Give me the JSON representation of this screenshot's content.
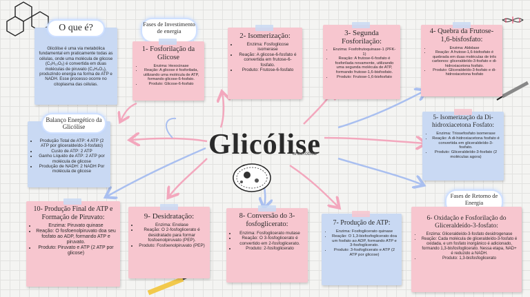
{
  "main_title": "Glicólise",
  "subtitle": "anaeróbica",
  "intro": {
    "heading": "O que é?",
    "body": "Glicólise é uma via metabólica fundamental em praticamente todas as células, onde uma molécula de glicose (C₆H₁₂O₆) é convertida em duas moléculas de piruvato (C₃H₄O₃), produzindo energia na forma de ATP e NADH. Esse processo ocorre no citoplasma das células."
  },
  "balance": {
    "heading": "Balanço Energético da Glicólise",
    "items": [
      "Produção Total de ATP: 4 ATP (2 ATP por gliceraldeído-3-fosfato)",
      "Custo de ATP: 2 ATP",
      "Ganho Líquido de ATP: 2 ATP por molécula de glicose",
      "Produção de NADH: 2 NADH Por molécula de glicose"
    ]
  },
  "phase_investment": "Fases de Investimento de energia",
  "phase_return": "Fases de Retorno de Energia",
  "steps": [
    {
      "title": "1- Fosforilação da Glicose",
      "items": [
        "Enzima: Hexocinase",
        "Reação: A glicose é fosforilada, utilizando uma molécula de ATP, formando glicose-6-fosfato.",
        "Produto: Glicose-6-fosfato"
      ]
    },
    {
      "title": "2- Isomerização:",
      "items": [
        "Enzima: Fosfoglicose isomerase",
        "Reação: A glicose-6-fosfato é convertida em frutose-6-fosfato.",
        "Produto: Frutose-6-fosfato"
      ]
    },
    {
      "title": "3- Segunda Fosforilação:",
      "items": [
        "Enzima: Fosfofrutoquinase-1 (PFK-1)",
        "Reação: A frutose-6-fosfato é fosforilada novamente, utilizando uma segunda molécula de ATP, formando frutose-1,6-bisfosfato.",
        "Produto: Frutose-1,6-bisfosfato"
      ]
    },
    {
      "title": "4- Quebra da Frutose-1,6-bisfosfato:",
      "items": [
        "Enzima: Aldolase",
        "Reação: A frutose-1,6-bisfosfato é quebrada em duas moléculas de três carbonos: gliceraldeído-3-fosfato e di-hidroxiacetona fosfato.",
        "Produto: Gliceraldeído-3-fosfato e di-hidroxiacetona fosfato"
      ]
    },
    {
      "title": "5- Isomerização da Di-hidroxiacetona Fosfato:",
      "items": [
        "Enzima: Triosefosfato isomerase",
        "Reação: A di-hidroxiacetona fosfato é convertida em gliceraldeído-3-fosfato.",
        "Produto: Gliceraldeído-3-fosfato (2 moléculas agora)"
      ]
    },
    {
      "title": "6- Oxidação e Fosforilação do Gliceraldeído-3-fosfato:",
      "items": [
        "Enzima: Gliceraldeído-3-fosfato desidrogenase",
        "Reação: Cada molécula de gliceraldeído-3-fosfato é oxidada, e um fosfato inorgânico é adicionado, formando 1,3-bisfosfoglicerato. Nessa etapa, NAD+ é reduzido a NADH.",
        "Produto: 1,3-bisfosfoglicerato"
      ]
    },
    {
      "title": "7- Produção de ATP:",
      "items": [
        "Enzima: Fosfoglicerato quinase",
        "Reação: O 1,3-bisfosfoglicerato doa um fosfato ao ADP, formando ATP e 3-fosfoglicerato.",
        "Produto: 3-fosfoglicerato e ATP (2 ATP por glicose)"
      ]
    },
    {
      "title": "8- Conversão do 3-fosfoglicerato:",
      "items": [
        "Enzima: Fosfoglicerato mutase",
        "Reação: O 3-fosfoglicerato é convertido em 2-fosfoglicerato.",
        "Produto: 2-fosfoglicerato"
      ]
    },
    {
      "title": "9- Desidratação:",
      "items": [
        "Enzima: Enolase",
        "Reação: O 2-fosfoglicerato é desidratado para formar fosfoenolpiruvato (PEP).",
        "Produto: Fosfoenolpiruvato (PEP)"
      ]
    },
    {
      "title": "10- Produção Final de ATP e Formação de Piruvato:",
      "items": [
        "Enzima: Piruvato quinase",
        "Reação: O fosfoenolpiruvato doa seu fosfato ao ADP, formando ATP e piruvato.",
        "Produto: Piruvato e ATP (2 ATP por glicose)"
      ]
    }
  ],
  "colors": {
    "pink": "#f7c6cf",
    "blue": "#c9d9f3",
    "arrow_pink": "#f3a7bd",
    "arrow_blue": "#a9bff0"
  }
}
